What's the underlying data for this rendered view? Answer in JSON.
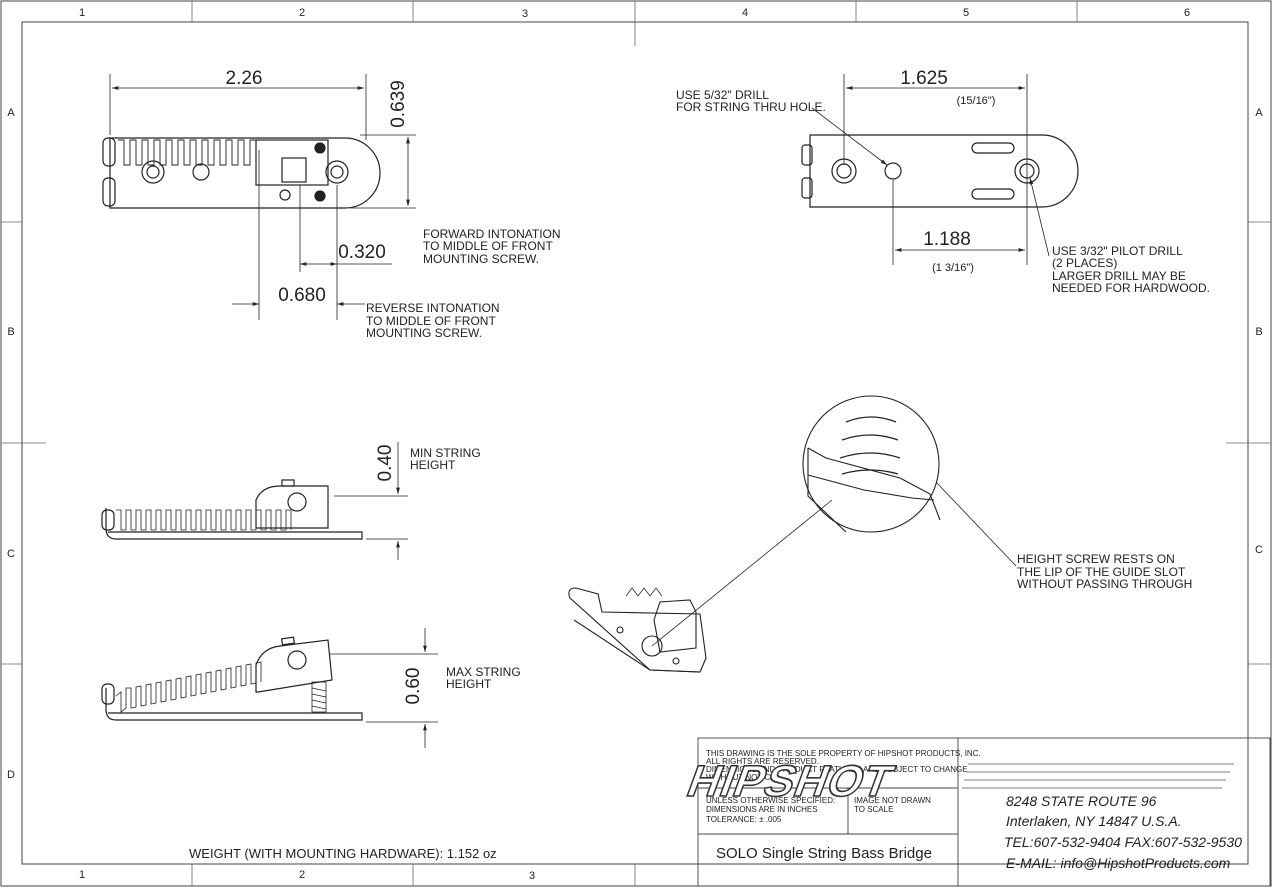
{
  "grid": {
    "columns_top": [
      "1",
      "2",
      "3",
      "4",
      "5",
      "6"
    ],
    "columns_bottom": [
      "1",
      "2",
      "3"
    ],
    "rows": [
      "A",
      "B",
      "C",
      "D"
    ]
  },
  "top_view_left": {
    "dim_length": "2.26",
    "dim_height": "0.639",
    "dim_forward": "0.320",
    "dim_reverse": "0.680",
    "note_forward": [
      "FORWARD INTONATION",
      "TO MIDDLE OF FRONT",
      "MOUNTING SCREW."
    ],
    "note_reverse": [
      "REVERSE INTONATION",
      "TO MIDDLE OF FRONT",
      "MOUNTING SCREW."
    ]
  },
  "bottom_view_right": {
    "dim_top": "1.625",
    "dim_top_fraction": "(15/16\")",
    "dim_bottom": "1.188",
    "dim_bottom_fraction": "(1  3/16\")",
    "note_drill": [
      "USE 5/32\" DRILL",
      "FOR STRING THRU HOLE."
    ],
    "note_pilot": [
      "USE 3/32\" PILOT DRILL",
      "(2 PLACES)",
      "LARGER DRILL MAY BE",
      "NEEDED FOR HARDWOOD."
    ]
  },
  "side_view_min": {
    "dim": "0.40",
    "note": [
      "MIN STRING",
      "HEIGHT"
    ]
  },
  "side_view_max": {
    "dim": "0.60",
    "note": [
      "MAX STRING",
      "HEIGHT"
    ]
  },
  "detail_note": [
    "HEIGHT SCREW RESTS ON",
    "THE LIP OF THE GUIDE SLOT",
    "WITHOUT PASSING THROUGH"
  ],
  "weight": "WEIGHT (WITH MOUNTING HARDWARE): 1.152 oz",
  "title_block": {
    "property_notice": [
      "THIS DRAWING IS THE SOLE PROPERTY OF HIPSHOT PRODUCTS, INC.",
      "ALL RIGHTS ARE RESERVED.",
      "DIMENSIONS AND PRODUCT FEATURES ARE SUBJECT TO CHANGE",
      "WITHOUT NOTICE."
    ],
    "spec_notice": [
      "UNLESS OTHERWISE SPECIFIED:",
      "DIMENSIONS ARE IN INCHES",
      "TOLERANCE: ± .005"
    ],
    "scale_notice": [
      "IMAGE NOT DRAWN",
      "TO SCALE"
    ],
    "title": "SOLO Single String Bass Bridge",
    "logo": "HIPSHOT",
    "address": [
      "8248 STATE ROUTE 96",
      "Interlaken, NY 14847 U.S.A.",
      "TEL:607-532-9404 FAX:607-532-9530",
      "E-MAIL: info@HipshotProducts.com"
    ]
  }
}
